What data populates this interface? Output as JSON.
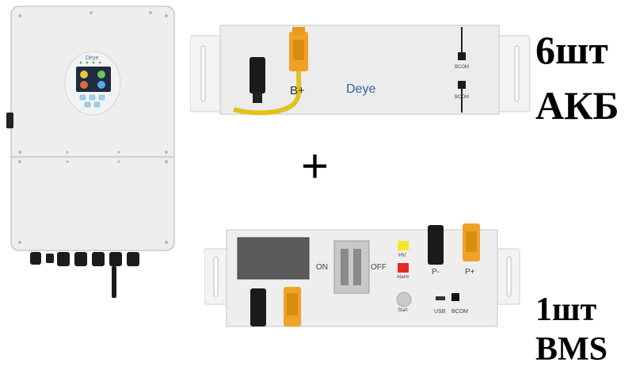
{
  "inverter": {
    "brand": "Deye"
  },
  "battery": {
    "brand": "Deye",
    "terminal_label": "B+",
    "port_labels": [
      "BCOM",
      "BCOM"
    ]
  },
  "plus_sign": "+",
  "battery_caption": {
    "count": "6шт",
    "name": "АКБ"
  },
  "bms": {
    "switch_on": "ON",
    "switch_off": "OFF",
    "hv_label": "HV",
    "alarm_label": "Alarm",
    "start_label": "Start",
    "usb_label": "USB",
    "bcom_label": "BCOM",
    "p_minus": "P-",
    "p_plus": "P+"
  },
  "bms_caption": {
    "count": "1шт",
    "name": "BMS"
  },
  "colors": {
    "connector_orange": "#f2a127",
    "connector_black": "#1a1a1a",
    "hv_yellow": "#f2ea24",
    "alarm_red": "#e52b1e"
  }
}
